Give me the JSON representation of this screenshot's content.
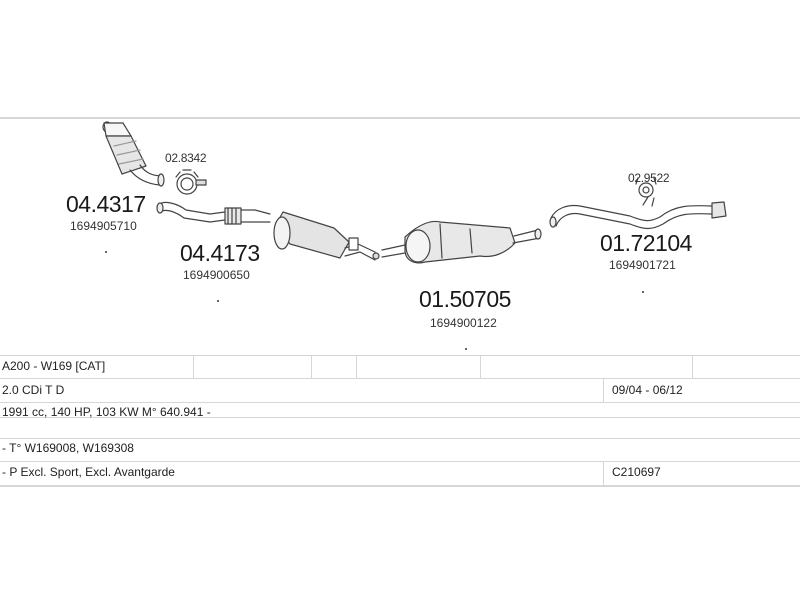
{
  "parts": {
    "p1": {
      "number": "04.4317",
      "oem": "1694905710"
    },
    "p2": {
      "number": "02.8342"
    },
    "p3": {
      "number": "04.4173",
      "oem": "1694900650"
    },
    "p4": {
      "number": "01.50705",
      "oem": "1694900122"
    },
    "p5": {
      "number": "02.9522"
    },
    "p6": {
      "number": "01.72104",
      "oem": "1694901721"
    }
  },
  "vehicle": {
    "model": "A200 - W169  [CAT]",
    "engine": "2.0 CDi T D",
    "years": "09/04 - 06/12",
    "spec": "1991 cc, 140 HP, 103 KW M° 640.941 -",
    "types": "- T° W169008, W169308",
    "excl": "- P Excl. Sport, Excl. Avantgarde",
    "code": "C210697"
  }
}
